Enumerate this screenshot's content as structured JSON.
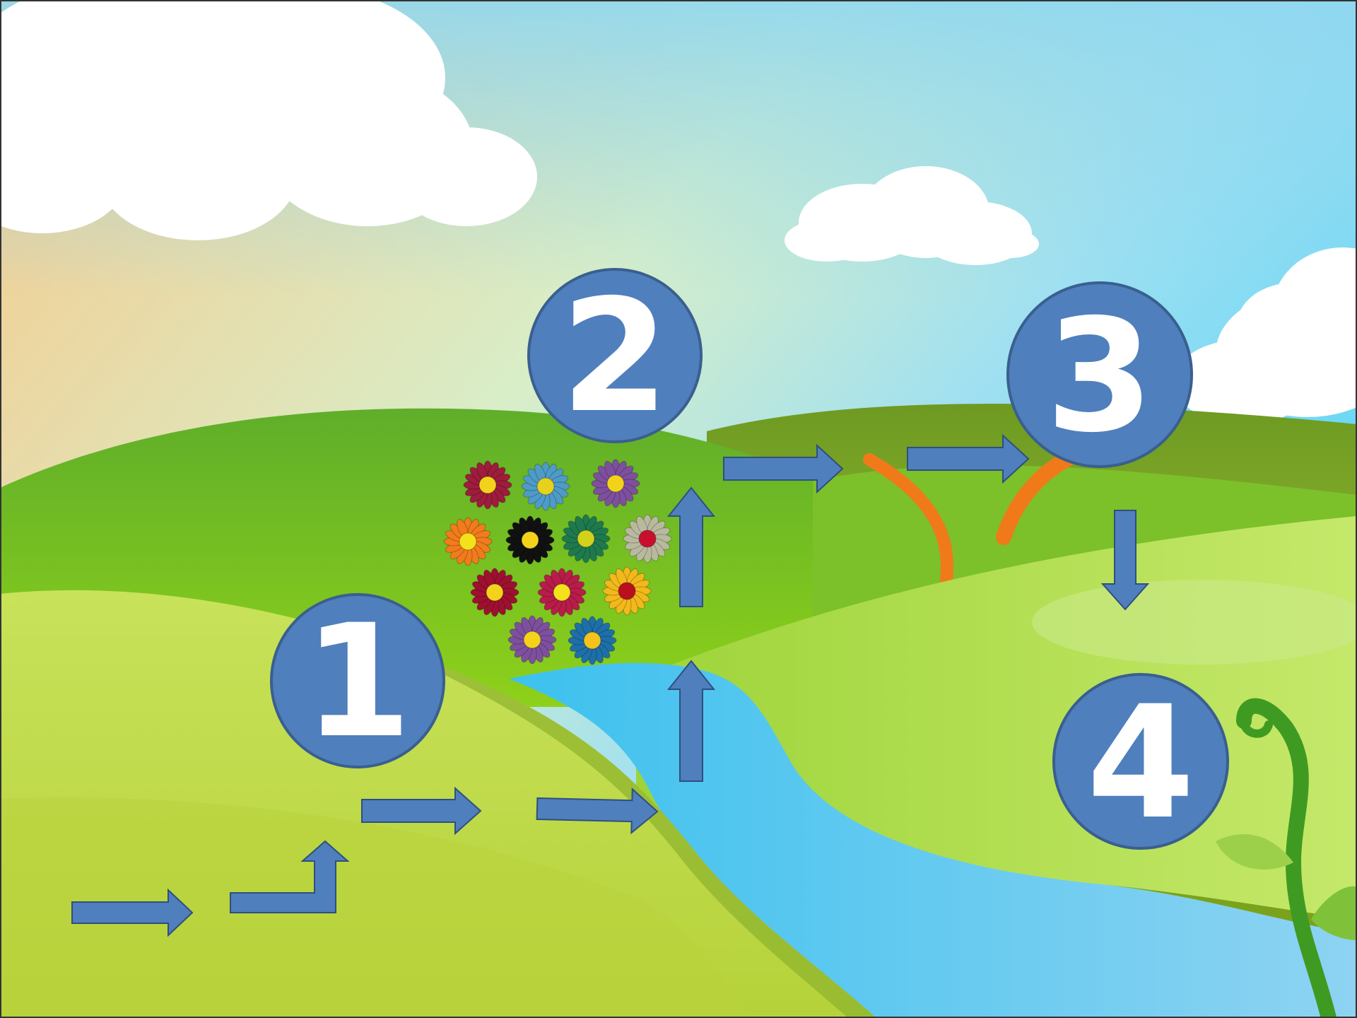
{
  "title": "",
  "markers": [
    {
      "label": "1"
    },
    {
      "label": "2"
    },
    {
      "label": "3"
    },
    {
      "label": "4"
    }
  ],
  "colors": {
    "marker_fill": "#4f7fbd",
    "marker_stroke": "#3a5f8f",
    "marker_text": "#ffffff",
    "arrow_fill": "#4f7fbd",
    "arrow_stroke": "#2f4f7f",
    "river": "#3cc1ee",
    "path": "#f07a1a"
  },
  "icons": {
    "marker": "circle-number-badge",
    "arrow": "block-arrow",
    "flower": "daisy-flower-icon",
    "cloud": "cloud-icon",
    "vine": "beanstalk-vine-icon"
  },
  "flower_colors": [
    {
      "petal": "#9e1c3c",
      "center": "#f3d21c"
    },
    {
      "petal": "#4e9bc7",
      "center": "#e6d21c"
    },
    {
      "petal": "#7e4f9e",
      "center": "#f3d21c"
    },
    {
      "petal": "#f27b1c",
      "center": "#f3e11c"
    },
    {
      "petal": "#111111",
      "center": "#f3d21c"
    },
    {
      "petal": "#1e7a4e",
      "center": "#d2d21c"
    },
    {
      "petal": "#b9b9a0",
      "center": "#c8102e"
    },
    {
      "petal": "#9e1030",
      "center": "#f3d21c"
    },
    {
      "petal": "#b81c4a",
      "center": "#f3e11c"
    },
    {
      "petal": "#f2b81c",
      "center": "#b8101c"
    },
    {
      "petal": "#7e4f9e",
      "center": "#f3d21c"
    },
    {
      "petal": "#1e6fa8",
      "center": "#f3c21c"
    }
  ]
}
